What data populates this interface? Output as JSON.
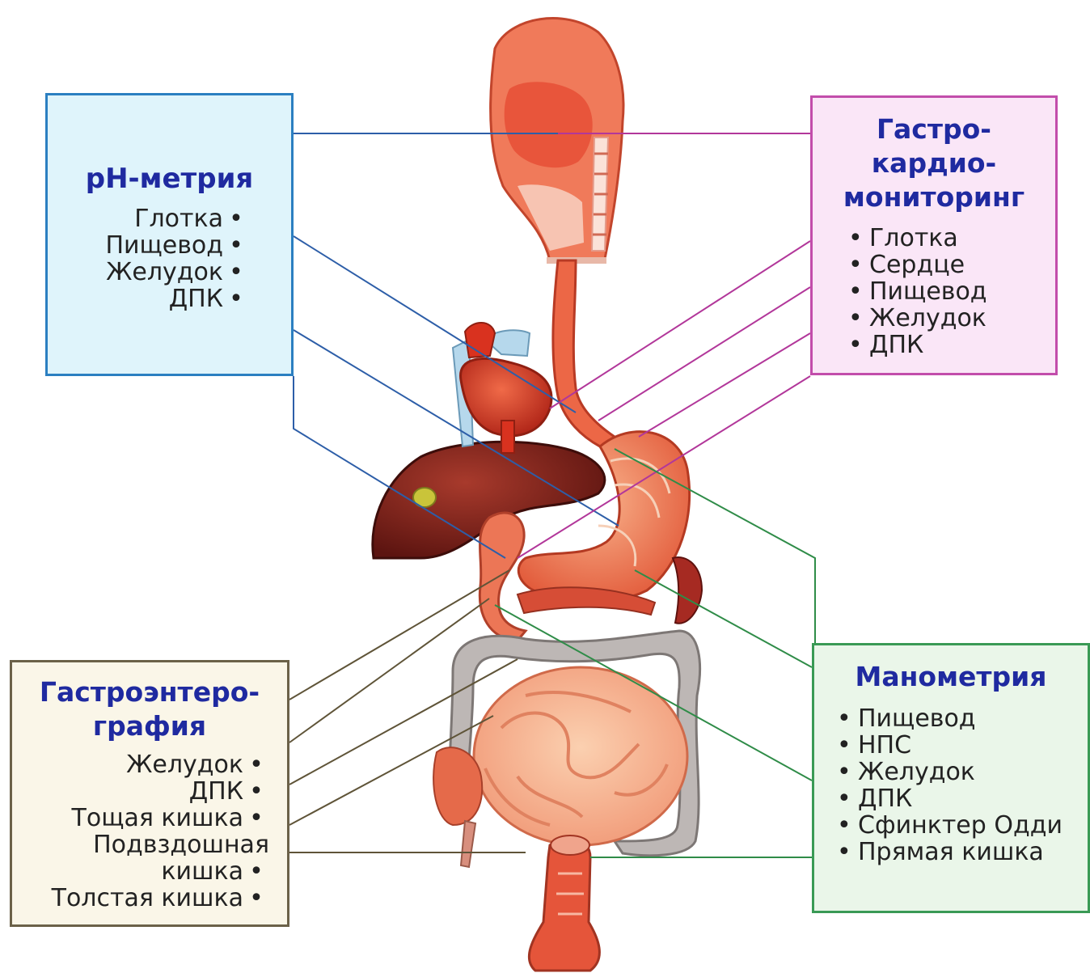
{
  "boxes": {
    "ph": {
      "title": "рН-метрия",
      "items": [
        "Глотка",
        "Пищевод",
        "Желудок",
        "ДПК"
      ],
      "border_color": "#2b7fc1",
      "fill_color": "#dff4fb"
    },
    "gcm": {
      "title_lines": [
        "Гастро-",
        "кардио-",
        "мониторинг"
      ],
      "items": [
        "Глотка",
        "Сердце",
        "Пищевод",
        "Желудок",
        "ДПК"
      ],
      "border_color": "#c24dab",
      "fill_color": "#fae6f7"
    },
    "gef": {
      "title_lines": [
        "Гастроэнтеро-",
        "графия"
      ],
      "items": [
        "Желудок",
        "ДПК",
        "Тощая кишка",
        "Подвздошная кишка",
        "Толстая кишка"
      ],
      "border_color": "#6b6148",
      "fill_color": "#faf6e8"
    },
    "man": {
      "title": "Манометрия",
      "items": [
        "Пищевод",
        "НПС",
        "Желудок",
        "ДПК",
        "Сфинктер Одди",
        "Прямая кишка"
      ],
      "border_color": "#3a9a55",
      "fill_color": "#eaf6e9"
    }
  },
  "title_color": "#1f2aa0"
}
